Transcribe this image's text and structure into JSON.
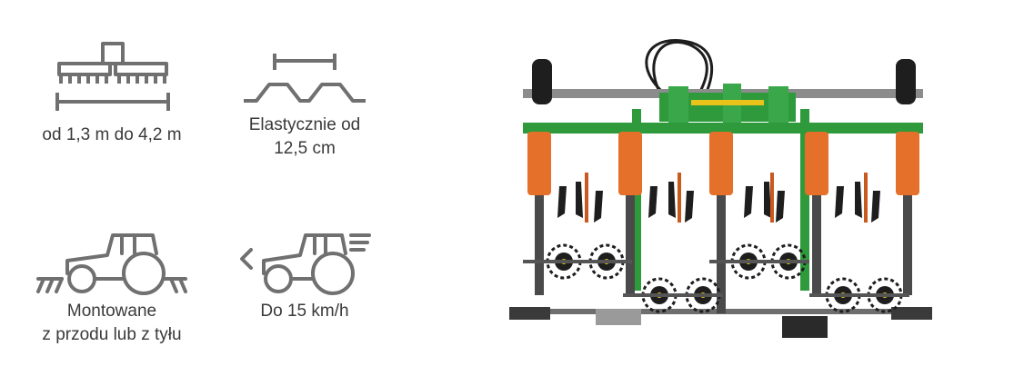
{
  "features": [
    {
      "label": "od 1,3 m do 4,2 m",
      "icon": "working-width-icon"
    },
    {
      "label": "Elastycznie od\n12,5 cm",
      "icon": "row-spacing-icon"
    },
    {
      "label": "Montowane\nz przodu lub z tyłu",
      "icon": "tractor-mounted-icon"
    },
    {
      "label": "Do 15 km/h",
      "icon": "tractor-speed-icon"
    }
  ],
  "colors": {
    "icon_stroke": "#707070",
    "frame_green": "#2e9a3c",
    "unit_orange": "#e4702a",
    "tyre_black": "#1e1e1e"
  }
}
